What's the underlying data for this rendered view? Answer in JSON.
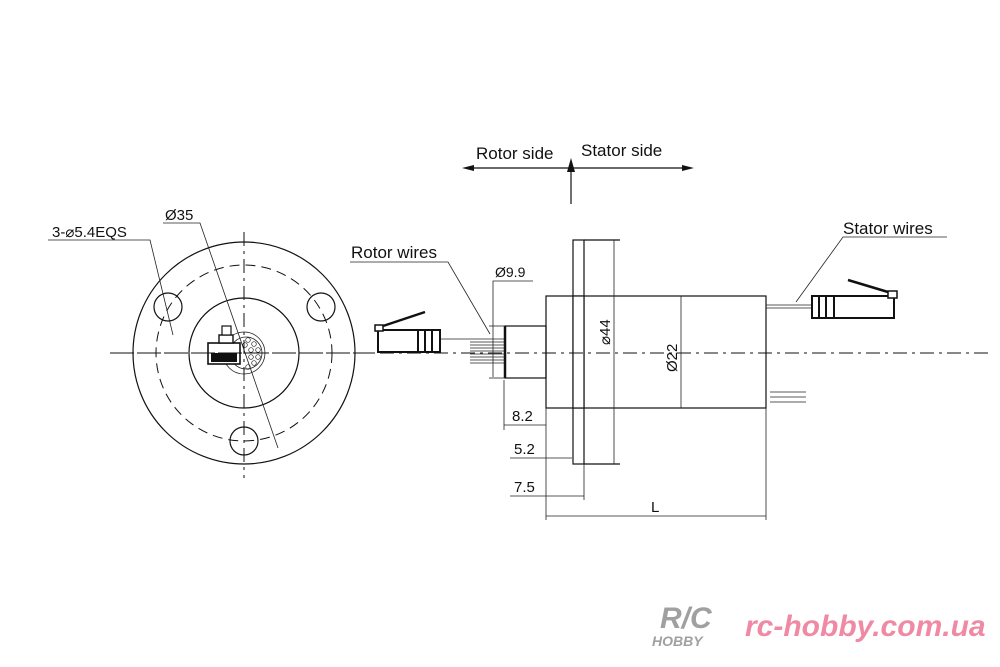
{
  "direction": {
    "rotor_side": "Rotor side",
    "stator_side": "Stator side"
  },
  "labels": {
    "rotor_wires": "Rotor wires",
    "stator_wires": "Stator wires"
  },
  "front_view": {
    "hole_callout": "3-⌀5.4EQS",
    "pcd": "Ø35"
  },
  "side_view": {
    "rotor_dia": "Ø9.9",
    "flange_dia": "⌀44",
    "body_dia": "Ø22",
    "dim_rotor_len": "8.2",
    "dim_flange_offset": "5.2",
    "dim_flange_total": "7.5",
    "dim_length": "L"
  },
  "watermark": {
    "logo_text": "R/C HOBBY",
    "site": "rc-hobby.com.ua"
  }
}
